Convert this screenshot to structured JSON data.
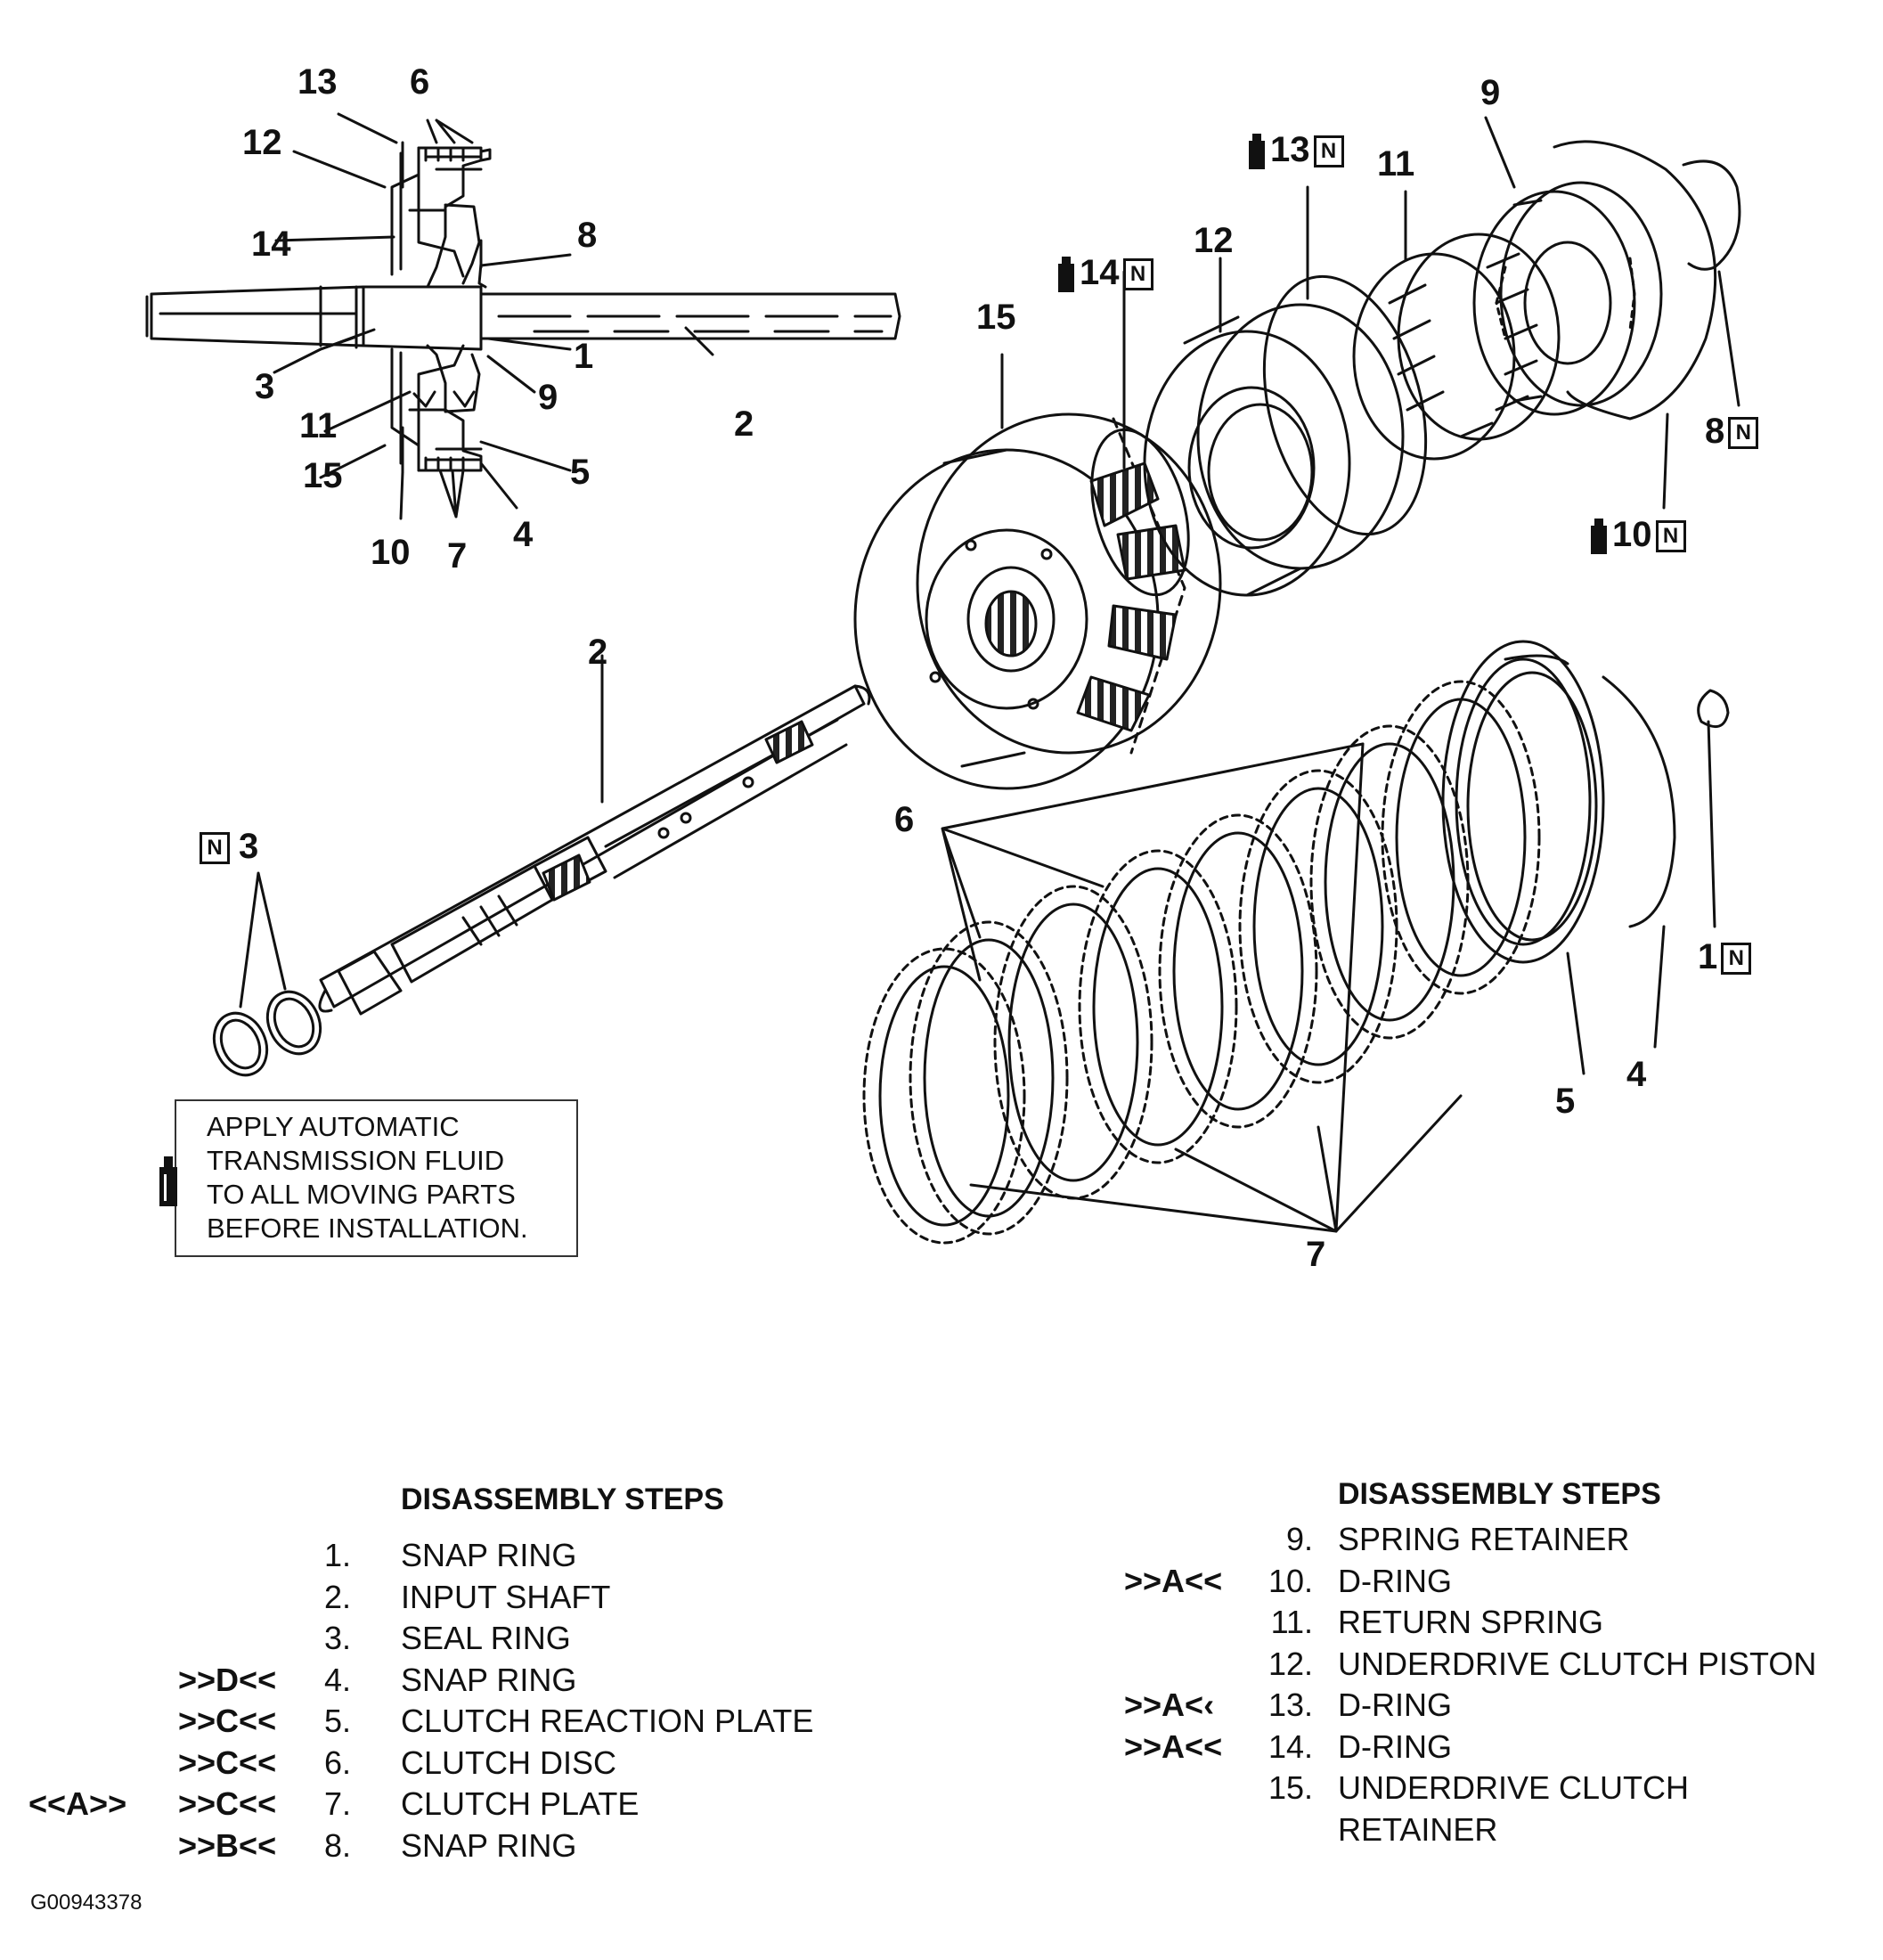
{
  "figure_id": "G00943378",
  "callouts": {
    "c13_top": "13",
    "c6_top": "6",
    "c12_left": "12",
    "c14_left": "14",
    "c8_right": "8",
    "c1_right": "1",
    "c2_right": "2",
    "c3_left": "3",
    "c9_right": "9",
    "c11_left": "11",
    "c15_left": "15",
    "c5_right": "5",
    "c4_right": "4",
    "c10_bot": "10",
    "c7_bot": "7",
    "e9": "9",
    "e13": "13",
    "e11": "11",
    "e14": "14",
    "e12": "12",
    "e15": "15",
    "e8": "8",
    "e10": "10",
    "e2": "2",
    "e3": "3",
    "e6": "6",
    "e1": "1",
    "e5": "5",
    "e4": "4",
    "e7": "7",
    "n_badge": "N"
  },
  "note": {
    "line1": "APPLY AUTOMATIC",
    "line2": "TRANSMISSION FLUID",
    "line3": "TO ALL MOVING PARTS",
    "line4": "BEFORE INSTALLATION."
  },
  "legend_left": {
    "title": "DISASSEMBLY STEPS",
    "steps": [
      {
        "ref1": "",
        "ref2": "",
        "num": "1.",
        "name": "SNAP RING"
      },
      {
        "ref1": "",
        "ref2": "",
        "num": "2.",
        "name": "INPUT SHAFT"
      },
      {
        "ref1": "",
        "ref2": "",
        "num": "3.",
        "name": "SEAL RING"
      },
      {
        "ref1": "",
        "ref2": ">>D<<",
        "num": "4.",
        "name": "SNAP RING"
      },
      {
        "ref1": "",
        "ref2": ">>C<<",
        "num": "5.",
        "name": "CLUTCH REACTION PLATE"
      },
      {
        "ref1": "",
        "ref2": ">>C<<",
        "num": "6.",
        "name": "CLUTCH DISC"
      },
      {
        "ref1": "<<A>>",
        "ref2": ">>C<<",
        "num": "7.",
        "name": "CLUTCH PLATE"
      },
      {
        "ref1": "",
        "ref2": ">>B<<",
        "num": "8.",
        "name": "SNAP RING"
      }
    ]
  },
  "legend_right": {
    "title": "DISASSEMBLY STEPS",
    "steps": [
      {
        "ref": "",
        "num": "9.",
        "name": "SPRING RETAINER"
      },
      {
        "ref": ">>A<<",
        "num": "10.",
        "name": "D-RING"
      },
      {
        "ref": "",
        "num": "11.",
        "name": "RETURN SPRING"
      },
      {
        "ref": "",
        "num": "12.",
        "name": "UNDERDRIVE CLUTCH PISTON"
      },
      {
        "ref": ">>A<‹",
        "num": "13.",
        "name": "D-RING"
      },
      {
        "ref": ">>A<<",
        "num": "14.",
        "name": "D-RING"
      },
      {
        "ref": "",
        "num": "15.",
        "name": "UNDERDRIVE CLUTCH"
      },
      {
        "ref": "",
        "num": "",
        "name": "RETAINER"
      }
    ]
  }
}
